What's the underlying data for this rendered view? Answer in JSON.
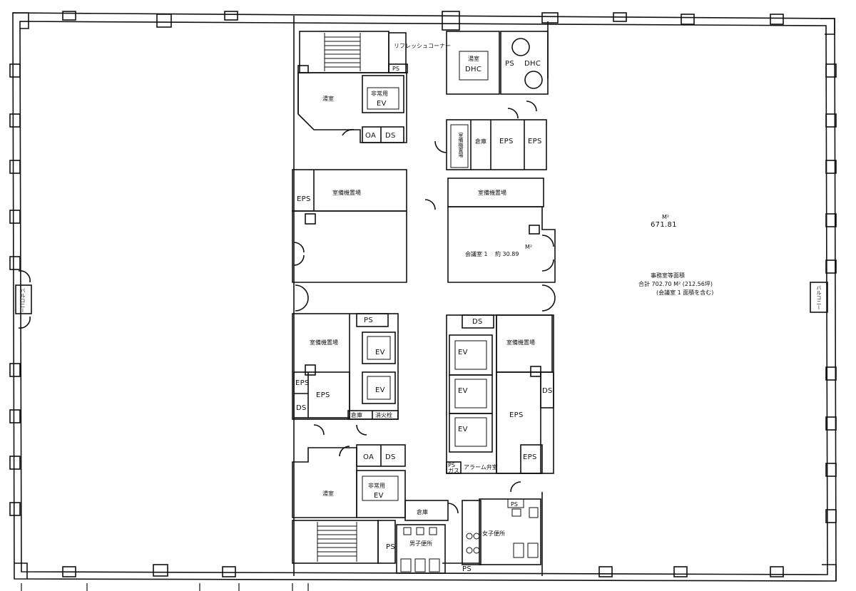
{
  "labels": {
    "refresh_corner": "リフレッシュコーナー",
    "ps": "PS",
    "dhc_1": "DHC",
    "dhc_2": "DHC",
    "ps_dhc": "PS",
    "pantry": "湯室",
    "emergency": "非常用",
    "ev": "EV",
    "oa": "OA",
    "ds": "DS",
    "eps": "EPS",
    "storage": "倉庫",
    "office_equip": "室備機置場",
    "meeting_room": "会議室 1",
    "meeting_area": "約 30.89",
    "m2": "M²",
    "right_area_value": "671.81",
    "right_area_unit": "M²",
    "office_total_title": "事務室等面積",
    "office_total_value": "合計 702.70 M² (212.56坪)",
    "office_total_note": "(会議室 1 面積を含む)",
    "balcony": "バルコニー",
    "hydrant": "消火栓",
    "alarm_valve": "アラーム弁室",
    "mens_toilet": "男子便所",
    "womens_toilet": "女子便所",
    "gas": "ガス"
  }
}
